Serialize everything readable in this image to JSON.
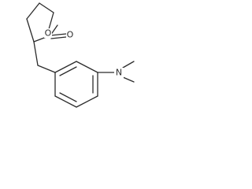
{
  "molecule": {
    "atoms": {
      "ring_oxygen": "O",
      "carbonyl_oxygen": "O",
      "amine_nitrogen": "N"
    }
  },
  "colors": {
    "bond": "#2b2b2b",
    "background": "#ffffff"
  }
}
